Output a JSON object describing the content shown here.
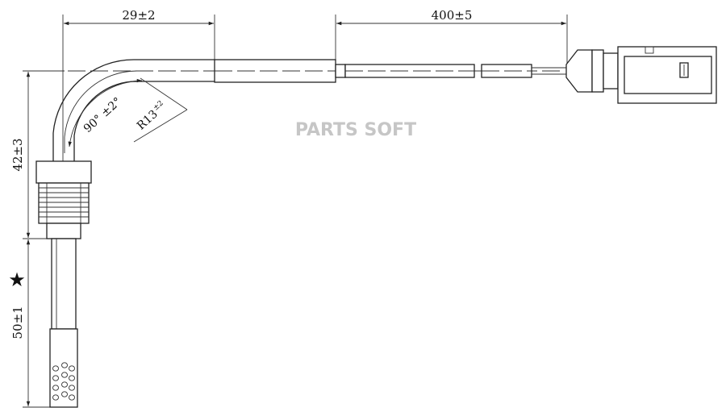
{
  "drawing": {
    "dimensions": {
      "bend_offset": "29±2",
      "cable_length": "400±5",
      "thread_height": "42±3",
      "probe_length": "50±1",
      "bend_angle": "90° ±2°",
      "bend_radius": "R13",
      "bend_radius_tol": "±2"
    },
    "star_symbol": "★",
    "watermark": "PARTS SOFT",
    "colors": {
      "line": "#222222",
      "watermark": "#c6c6c6"
    }
  }
}
